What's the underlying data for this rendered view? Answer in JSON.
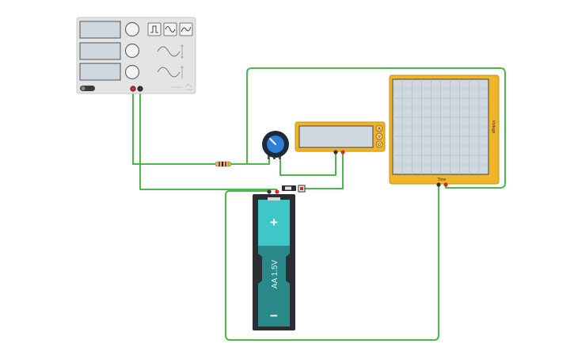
{
  "components": {
    "function_generator": {
      "channels": 3,
      "waveform_buttons": [
        "square-wave",
        "sine-wave",
        "triangle-wave"
      ]
    },
    "resistor": {},
    "potentiometer": {},
    "multimeter": {
      "mode_buttons": [
        "A",
        "V",
        "Ω"
      ]
    },
    "oscilloscope": {
      "x_axis_label": "Time",
      "y_axis_label": "Voltage"
    },
    "battery": {
      "label": "AA 1.5V",
      "plus": "+",
      "minus": "−"
    },
    "switch": {}
  },
  "colors": {
    "wire": "#4bb84b",
    "instrument_frame": "#f0b429",
    "battery_teal": "#2a8a8a",
    "battery_light": "#3fc6c6",
    "terminal_red": "#d22a2a",
    "terminal_black": "#222222",
    "screen": "#cfd8de"
  }
}
